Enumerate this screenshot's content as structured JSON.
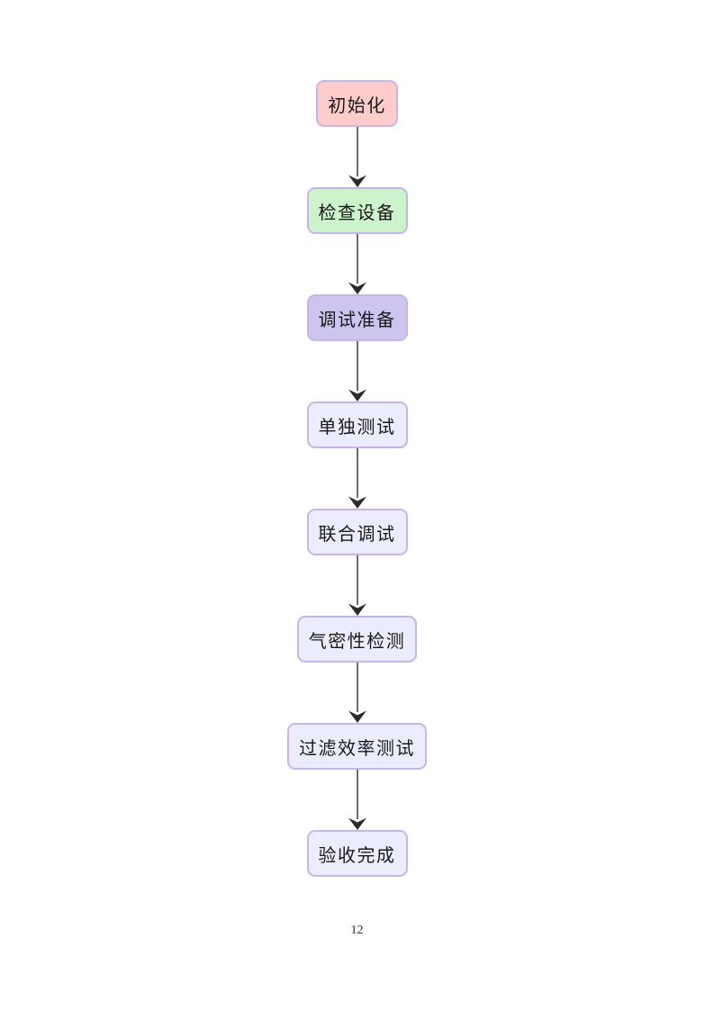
{
  "page": {
    "background": "#ffffff",
    "number": "12"
  },
  "flowchart": {
    "direction": "top-down",
    "text_color": "#1a1a1a",
    "arrow_color": "#2b2b2b",
    "border_color": "#c7b5ea",
    "default_fill": "#ececff",
    "nodes": [
      {
        "id": "init",
        "label": "初始化",
        "fill": "#ffcccc"
      },
      {
        "id": "check-equipment",
        "label": "检查设备",
        "fill": "#cdf3cc"
      },
      {
        "id": "debug-preparation",
        "label": "调试准备",
        "fill": "#cdc4ef"
      },
      {
        "id": "individual-test",
        "label": "单独测试",
        "fill": "#ececff"
      },
      {
        "id": "joint-debugging",
        "label": "联合调试",
        "fill": "#ececff"
      },
      {
        "id": "airtightness-test",
        "label": "气密性检测",
        "fill": "#ececff"
      },
      {
        "id": "filter-efficiency-test",
        "label": "过滤效率测试",
        "fill": "#ececff"
      },
      {
        "id": "acceptance-complete",
        "label": "验收完成",
        "fill": "#ececff"
      }
    ]
  }
}
